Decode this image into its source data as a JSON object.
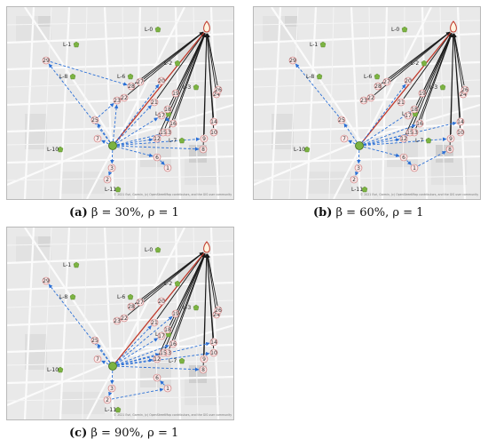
{
  "figure": {
    "panels": [
      {
        "id": "a",
        "caption": {
          "letter": "(a)",
          "rest": " β = 30%, ρ = 1"
        }
      },
      {
        "id": "b",
        "caption": {
          "letter": "(b)",
          "rest": " β = 60%, ρ = 1"
        }
      },
      {
        "id": "c",
        "caption": {
          "letter": "(c)",
          "rest": " β = 90%, ρ = 1"
        }
      }
    ],
    "depot_labels": [
      "L-0",
      "L-1",
      "L-2",
      "L-3",
      "L-4",
      "L-6",
      "L-7",
      "L-8",
      "L-10",
      "L-11"
    ],
    "customer_nodes": [
      "1",
      "2",
      "3",
      "6",
      "7",
      "8",
      "9",
      "10",
      "12",
      "13",
      "14",
      "15",
      "16",
      "17",
      "18",
      "19",
      "20",
      "21",
      "22",
      "23",
      "24",
      "25",
      "26",
      "27",
      "28",
      "29"
    ],
    "map_attribution": "© 2021 Esri, Garmin, (c) OpenStreetMap contributors, and the GIS user community",
    "colors": {
      "truck_route": "#1a1a1a",
      "drone_route": "#2a6fd6",
      "highlight_route": "#c0392b",
      "node_fill": "#fbe9e9",
      "node_stroke": "#c96b6b",
      "depot_green": "#7cb342"
    }
  }
}
